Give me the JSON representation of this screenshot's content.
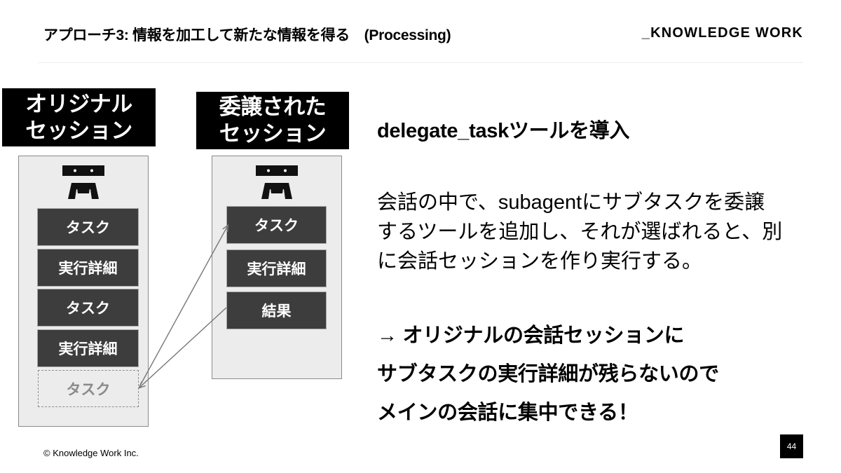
{
  "header": {
    "title": "アプローチ3: 情報を加工して新たな情報を得る　(Processing)",
    "logo": "_KNOWLEDGE WORK"
  },
  "original_session": {
    "label_lines": [
      "オリジナル",
      "セッション"
    ],
    "items": [
      {
        "label": "タスク",
        "style": "solid"
      },
      {
        "label": "実行詳細",
        "style": "solid"
      },
      {
        "label": "タスク",
        "style": "solid"
      },
      {
        "label": "実行詳細",
        "style": "solid"
      },
      {
        "label": "タスク",
        "style": "dashed"
      }
    ]
  },
  "delegated_session": {
    "label_lines": [
      "委譲された",
      "セッション"
    ],
    "items": [
      {
        "label": "タスク"
      },
      {
        "label": "実行詳細"
      },
      {
        "label": "結果"
      }
    ]
  },
  "content": {
    "heading": "delegate_taskツールを導入",
    "description_lines": [
      "会話の中で、subagentにサブタスクを委譲",
      "するツールを追加し、それが選ばれると、別",
      "に会話セッションを作り実行する。"
    ],
    "conclusion_lines": [
      "→ オリジナルの会話セッションに",
      "サブタスクの実行詳細が残らないので",
      "メインの会話に集中できる！"
    ]
  },
  "footer": {
    "copyright": "© Knowledge Work Inc.",
    "page_number": "44"
  }
}
